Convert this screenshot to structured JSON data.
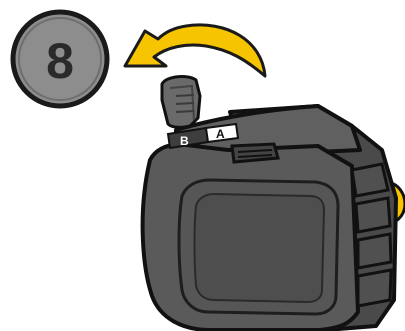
{
  "step": {
    "number": "8",
    "badge_fill": "#8d8d8d",
    "badge_stroke": "#1a1a1a"
  },
  "arrow": {
    "color": "#f6c400",
    "direction": "left",
    "icon": "curved-arrow-left-icon"
  },
  "device": {
    "icon": "battery-pack-icon",
    "body_color": "#5a5a5a",
    "outline_color": "#111111",
    "accent_color": "#f6c400"
  },
  "slots": {
    "b_label": "B",
    "a_label": "A",
    "a_background": "#ffffff"
  }
}
